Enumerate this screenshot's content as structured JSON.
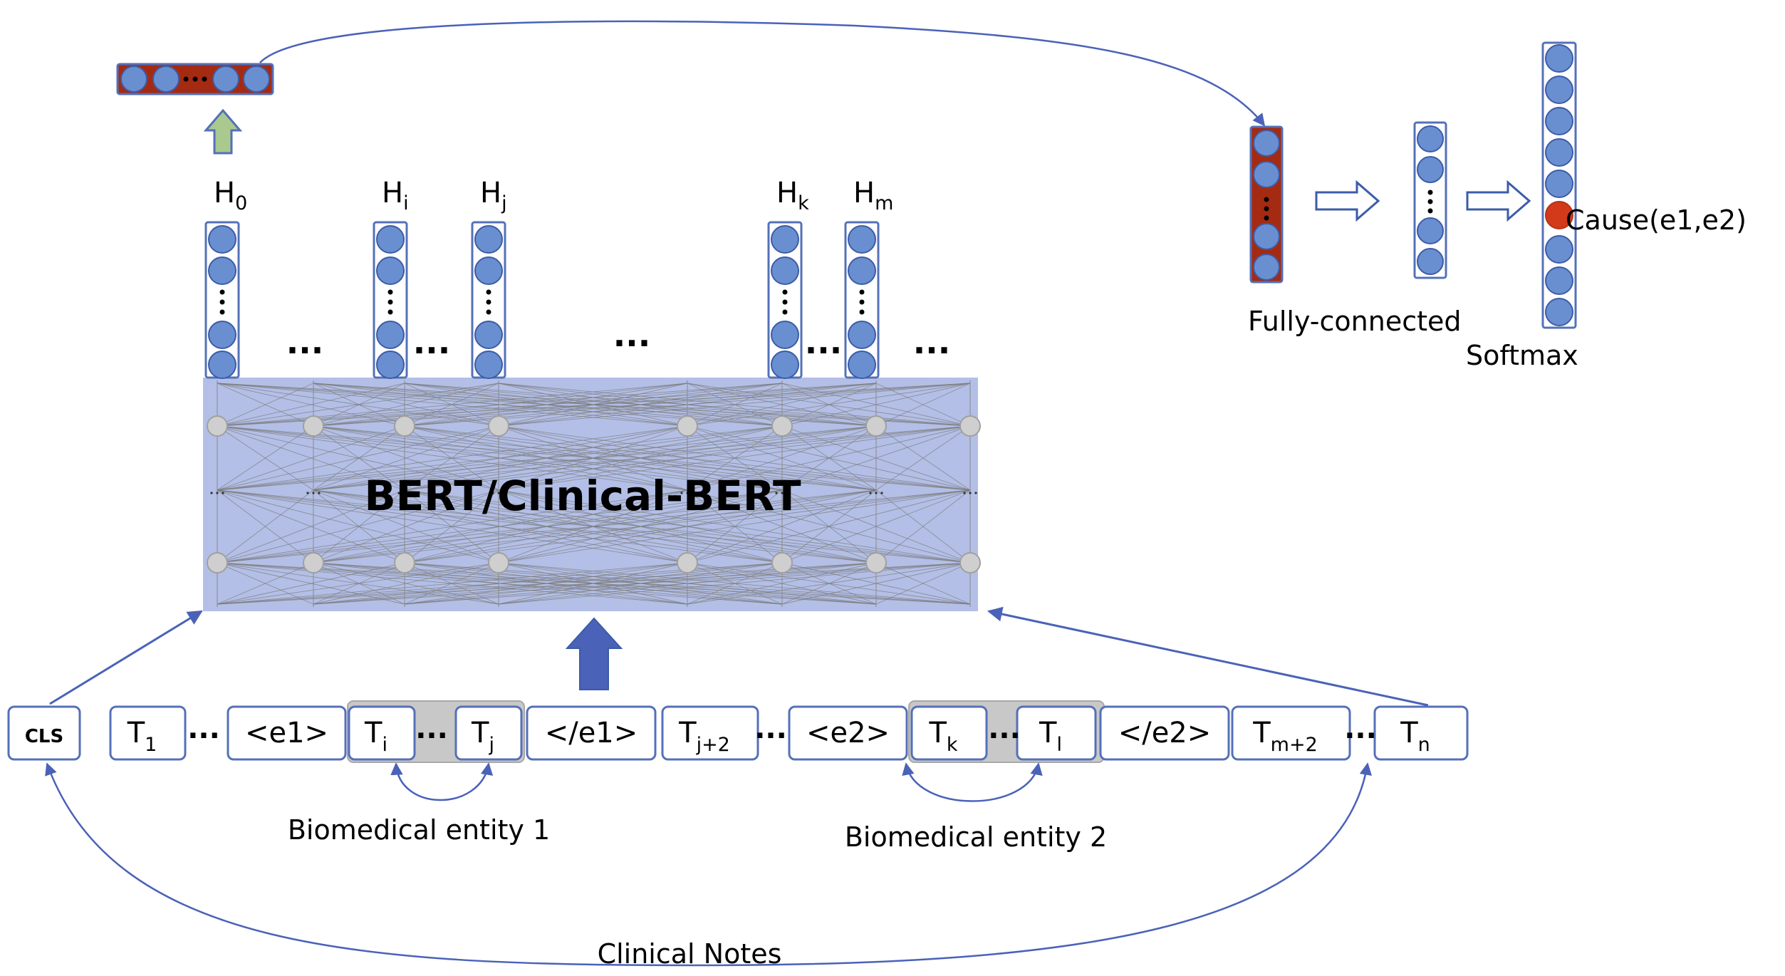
{
  "model_label": "BERT/Clinical-BERT",
  "hidden_states": [
    {
      "main": "H",
      "sub": "0"
    },
    {
      "main": "H",
      "sub": "i"
    },
    {
      "main": "H",
      "sub": "j"
    },
    {
      "main": "H",
      "sub": "k"
    },
    {
      "main": "H",
      "sub": "m"
    }
  ],
  "ellipsis": "...",
  "tokens": [
    {
      "main": "CLS",
      "sub": ""
    },
    {
      "main": "T",
      "sub": "1"
    },
    {
      "main": "<e1>",
      "sub": ""
    },
    {
      "main": "T",
      "sub": "i"
    },
    {
      "main": "T",
      "sub": "j"
    },
    {
      "main": "</e1>",
      "sub": ""
    },
    {
      "main": "T",
      "sub": "j+2"
    },
    {
      "main": "<e2>",
      "sub": ""
    },
    {
      "main": "T",
      "sub": "k"
    },
    {
      "main": "T",
      "sub": "l"
    },
    {
      "main": "</e2>",
      "sub": ""
    },
    {
      "main": "T",
      "sub": "m+2"
    },
    {
      "main": "T",
      "sub": "n"
    }
  ],
  "entity1_label": "Biomedical entity 1",
  "entity2_label": "Biomedical entity 2",
  "corpus_label": "Clinical Notes",
  "fc_label": "Fully-connected",
  "softmax_label": "Softmax",
  "output_label": "Cause(e1,e2)",
  "colors": {
    "node_fill": "#6a8fd0",
    "node_stroke": "#3b5ca8",
    "box_stroke": "#5470b8",
    "bert_fill": "#b3bfe6",
    "entity_bar": "#c8c8c8",
    "cls_vector_fill": "#a52a12",
    "highlight_node": "#d33a1a",
    "up_arrow_green": "#a9c98f",
    "big_arrow_blue": "#4a62b8"
  }
}
